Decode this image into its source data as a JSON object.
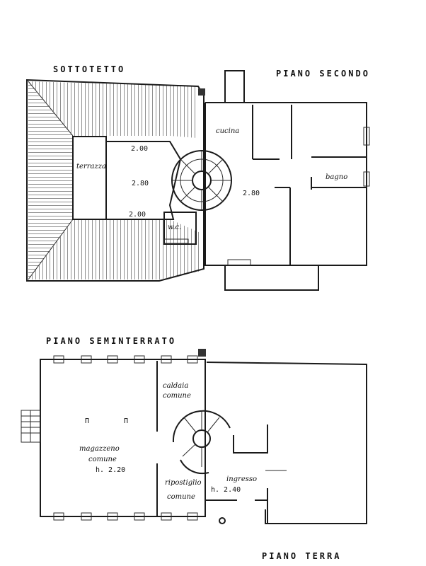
{
  "titles": {
    "attic": "SOTTOTETTO",
    "second_floor": "PIANO SECONDO",
    "basement": "PIANO SEMINTERRATO",
    "ground_floor": "PIANO TERRA"
  },
  "attic": {
    "terrace": "terrazza",
    "height_top": "2.00",
    "height_center": "2.80",
    "height_bottom": "2.00",
    "wc": "w.c."
  },
  "second_floor": {
    "kitchen": "cucina",
    "bathroom": "bagno",
    "height": "2.80"
  },
  "basement": {
    "boiler_line1": "caldaia",
    "boiler_line2": "comune",
    "storage_line1": "magazzeno",
    "storage_line2": "comune",
    "storage_height": "h. 2.20",
    "closet_line1": "ripostiglio",
    "closet_line2": "comune"
  },
  "ground_floor": {
    "entrance": "ingresso",
    "height": "h. 2.40"
  }
}
